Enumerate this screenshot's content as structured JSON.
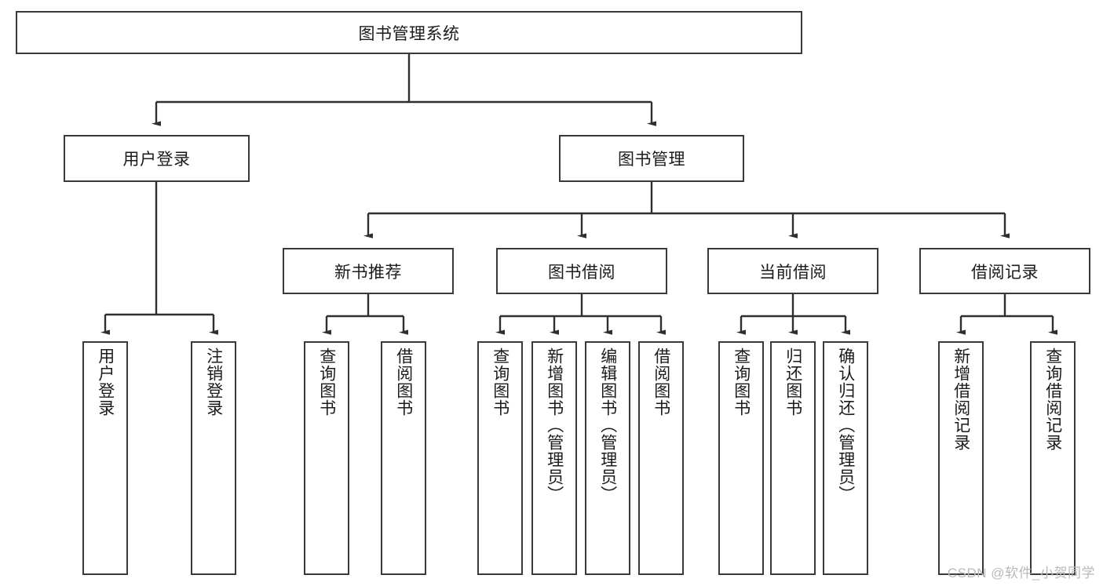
{
  "diagram": {
    "title": "图书管理系统",
    "type": "tree",
    "orientation": "top-down",
    "colors": {
      "box_border": "#3a3a3a",
      "box_fill": "#ffffff",
      "connector": "#2f2f2f",
      "text": "#1b1b1b",
      "watermark": "#b9b9b9",
      "background": "#ffffff"
    }
  },
  "root": {
    "label": "图书管理系统"
  },
  "level1": [
    {
      "id": "user-login",
      "label": "用户登录"
    },
    {
      "id": "book-manage",
      "label": "图书管理"
    }
  ],
  "level2": [
    {
      "id": "new-book-recommend",
      "label": "新书推荐",
      "parent": "book-manage"
    },
    {
      "id": "book-borrow",
      "label": "图书借阅",
      "parent": "book-manage"
    },
    {
      "id": "current-borrow",
      "label": "当前借阅",
      "parent": "book-manage"
    },
    {
      "id": "borrow-record",
      "label": "借阅记录",
      "parent": "book-manage"
    }
  ],
  "leaves": [
    {
      "id": "leaf-user-login",
      "label": "用户登录",
      "parent": "user-login"
    },
    {
      "id": "leaf-logout-login",
      "label": "注销登录",
      "parent": "user-login"
    },
    {
      "id": "leaf-query-book-1",
      "label": "查询图书",
      "parent": "new-book-recommend"
    },
    {
      "id": "leaf-borrow-book-1",
      "label": "借阅图书",
      "parent": "new-book-recommend"
    },
    {
      "id": "leaf-query-book-2",
      "label": "查询图书",
      "parent": "book-borrow"
    },
    {
      "id": "leaf-add-book",
      "label": "新增图书（管理员）",
      "parent": "book-borrow"
    },
    {
      "id": "leaf-edit-book",
      "label": "编辑图书（管理员）",
      "parent": "book-borrow"
    },
    {
      "id": "leaf-borrow-book-2",
      "label": "借阅图书",
      "parent": "book-borrow"
    },
    {
      "id": "leaf-query-book-3",
      "label": "查询图书",
      "parent": "current-borrow"
    },
    {
      "id": "leaf-return-book",
      "label": "归还图书",
      "parent": "current-borrow"
    },
    {
      "id": "leaf-confirm-return",
      "label": "确认归还（管理员）",
      "parent": "current-borrow"
    },
    {
      "id": "leaf-add-record",
      "label": "新增借阅记录",
      "parent": "borrow-record"
    },
    {
      "id": "leaf-query-record",
      "label": "查询借阅记录",
      "parent": "borrow-record"
    }
  ],
  "watermark": {
    "text": "CSDN @软件_小贺同学"
  }
}
